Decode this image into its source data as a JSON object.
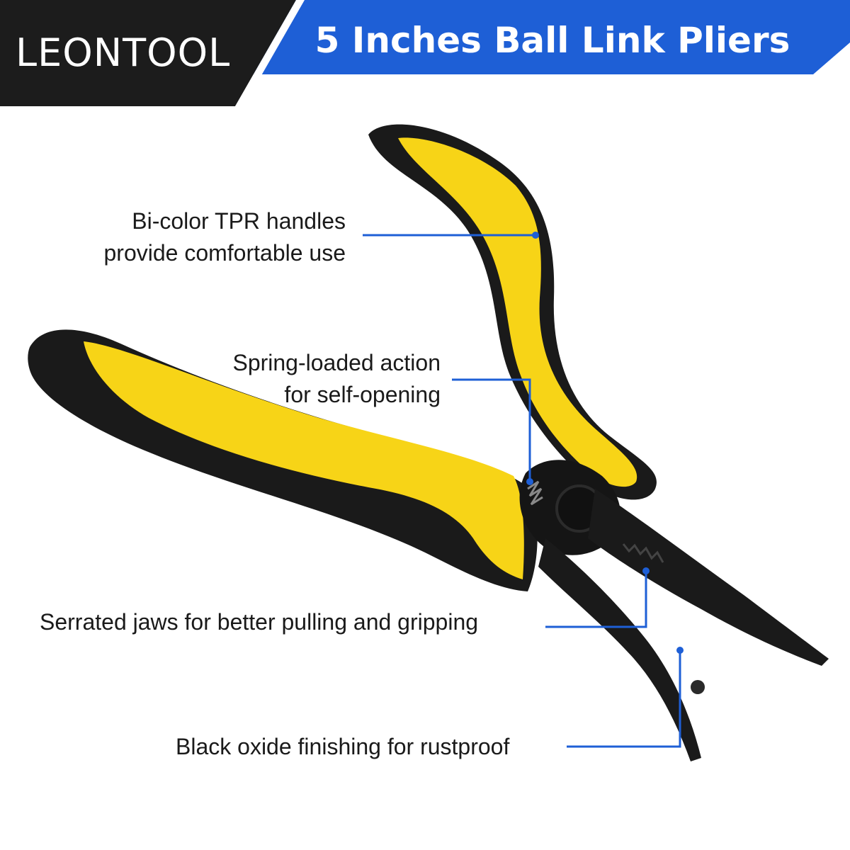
{
  "brand": {
    "name": "LEONTOOL"
  },
  "headline": "5 Inches Ball Link Pliers",
  "colors": {
    "brand_blue": "#1e5fd6",
    "banner_dark": "#1c1c1c",
    "handle_yellow": "#f7d417",
    "handle_black": "#1a1a1a",
    "leader_line": "#1e5fd6"
  },
  "callouts": [
    {
      "lines": [
        "Bi-color TPR handles",
        "provide comfortable use"
      ]
    },
    {
      "lines": [
        "Spring-loaded action",
        "for self-opening"
      ]
    },
    {
      "lines": [
        "Serrated jaws for better pulling and gripping"
      ]
    },
    {
      "lines": [
        "Black oxide finishing for rustproof"
      ]
    }
  ]
}
